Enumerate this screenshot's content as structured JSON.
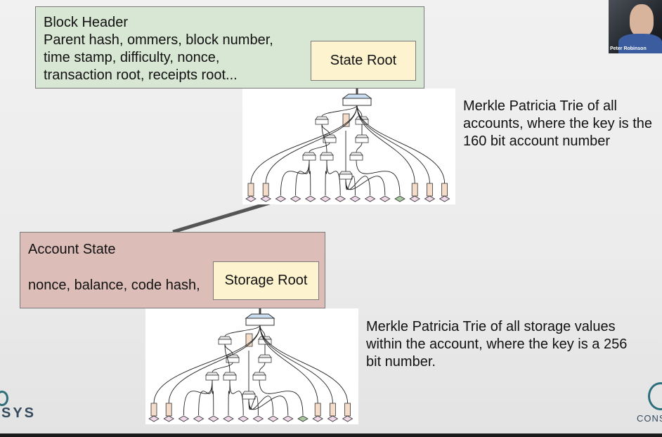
{
  "block_header": {
    "title": "Block Header",
    "line1": "Parent hash, ommers, block number,",
    "line2": "time stamp, difficulty, nonce,",
    "line3": "transaction root, receipts root..."
  },
  "state_root": {
    "label": "State Root"
  },
  "state_trie_description": {
    "line1": "Merkle Patricia Trie of all",
    "line2": "accounts, where the key is the",
    "line3": "160 bit account number"
  },
  "account_state": {
    "title": "Account State",
    "fields": "nonce, balance, code hash,"
  },
  "storage_root": {
    "label": "Storage Root"
  },
  "storage_trie_description": {
    "line1": "Merkle Patricia Trie of all storage values",
    "line2": "within the account, where the key is a 256",
    "line3": "bit number."
  },
  "webcam": {
    "participant_name": "Peter Robinson"
  },
  "branding": {
    "left_logo_text": "SYS",
    "right_logo_text": "CONS"
  },
  "colors": {
    "block_header_bg": "#d8e6d4",
    "root_box_bg": "#fdf3cf",
    "account_state_bg": "#dcbdb8",
    "connector": "#555555"
  }
}
